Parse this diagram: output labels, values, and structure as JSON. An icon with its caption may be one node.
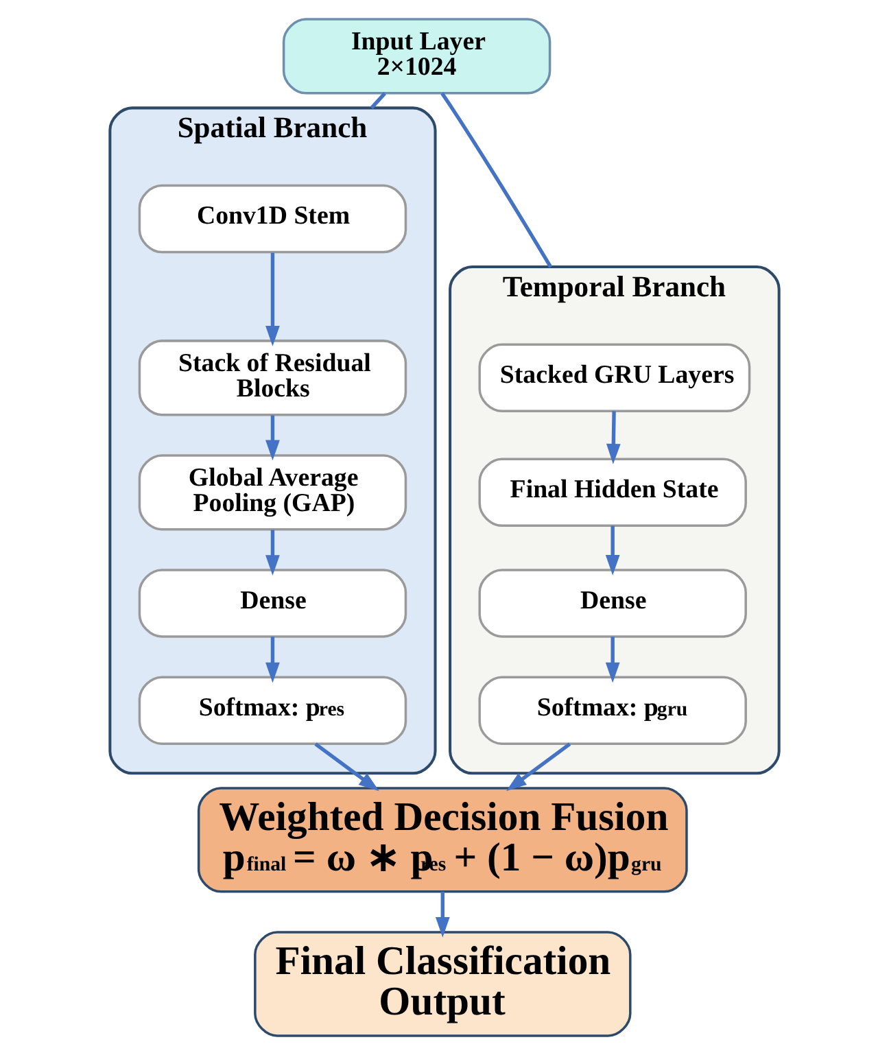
{
  "diagram": {
    "nodes": [
      {
        "text": [
          "Input Layer 2×1024"
        ]
      },
      {
        "text": [
          "Spatial Branch"
        ]
      },
      {
        "text": [
          "Conv1D Stem"
        ],
        "in": 1
      },
      {
        "text": [
          "Stack of Residual Blocks"
        ],
        "in": 1
      },
      {
        "text": [
          "Global Average Pooling (GAP)"
        ],
        "in": 1
      },
      {
        "text": [
          "Dense"
        ],
        "in": 1
      },
      {
        "text": [
          "Softmax: p$_{res}$"
        ],
        "in": 1
      },
      {
        "text": [
          "Temporal Branch"
        ]
      },
      {
        "text": [
          "Stacked GRU Layers"
        ],
        "in": 7
      },
      {
        "text": [
          "Final Hidden State"
        ],
        "in": 7
      },
      {
        "text": [
          "Dense"
        ],
        "in": 7
      },
      {
        "text": [
          "Softmax: p$_{gru}$"
        ],
        "in": 7
      },
      {
        "text": [
          "Weighted Decision Fusion",
          "p$_{final}$ = ω ∗ p$_{res}$ + (1 − ω)p$_{gru}$"
        ]
      },
      {
        "text": [
          "Final Classification Output"
        ]
      }
    ],
    "edges": [
      {
        "from": 0,
        "to": 1,
        "arrow": "none"
      },
      {
        "from": 0,
        "to": 7,
        "arrow": "none"
      },
      {
        "from": 2,
        "to": 3,
        "arrow": "to"
      },
      {
        "from": 3,
        "to": 4,
        "arrow": "to"
      },
      {
        "from": 4,
        "to": 5,
        "arrow": "to"
      },
      {
        "from": 5,
        "to": 6,
        "arrow": "to"
      },
      {
        "from": 8,
        "to": 9,
        "arrow": "to"
      },
      {
        "from": 9,
        "to": 10,
        "arrow": "to"
      },
      {
        "from": 10,
        "to": 11,
        "arrow": "to"
      },
      {
        "from": 6,
        "to": 12,
        "arrow": "to"
      },
      {
        "from": 11,
        "to": 12,
        "arrow": "to"
      },
      {
        "from": 12,
        "to": 13,
        "arrow": "to"
      }
    ]
  }
}
